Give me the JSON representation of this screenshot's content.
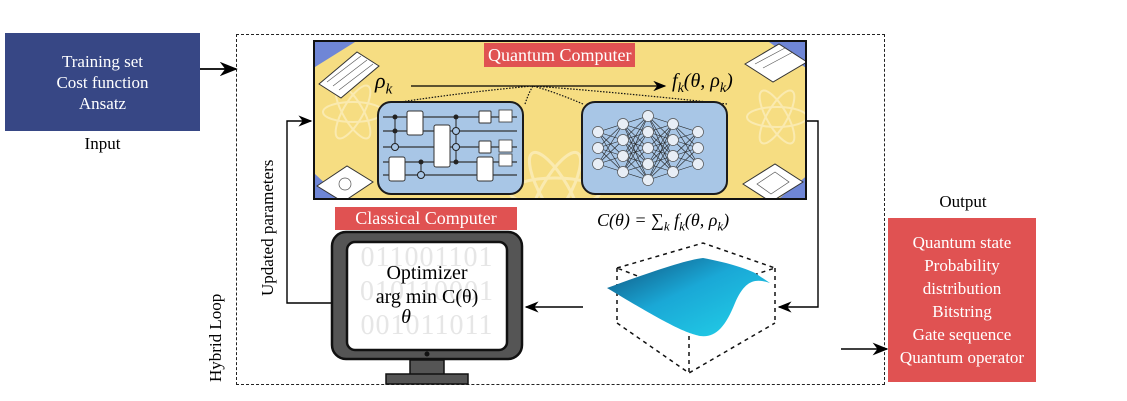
{
  "input": {
    "lines": [
      "Training set",
      "Cost function",
      "Ansatz"
    ],
    "label": "Input",
    "color": "#374785"
  },
  "hybrid_loop": {
    "label": "Hybrid Loop",
    "updated_parameters_label": "Updated parameters"
  },
  "quantum_computer": {
    "title": "Quantum Computer",
    "input_symbol": "ρ",
    "input_subscript": "k",
    "output_expr": "f",
    "output_sub": "k",
    "output_args": "(θ, ρ",
    "output_args_sub": "k",
    "output_close": ")",
    "background_color": "#f6dd82",
    "panel_color": "#a8c6e6"
  },
  "classical_computer": {
    "title": "Classical Computer",
    "screen_line1": "Optimizer",
    "screen_line2": "arg min C(θ)",
    "screen_line3": "θ",
    "binary_rows": [
      "011001101",
      "010110001",
      "001011011"
    ]
  },
  "cost_function": {
    "lhs": "C(θ) = ",
    "sum": "∑",
    "sum_sub": "k",
    "rhs": " f",
    "rhs_sub": "k",
    "rhs_args": "(θ, ρ",
    "rhs_args_sub": "k",
    "rhs_close": ")"
  },
  "output": {
    "label": "Output",
    "lines": [
      "Quantum state",
      "Probability distribution",
      "Bitstring",
      "Gate sequence",
      "Quantum operator"
    ],
    "color": "#e05252"
  }
}
